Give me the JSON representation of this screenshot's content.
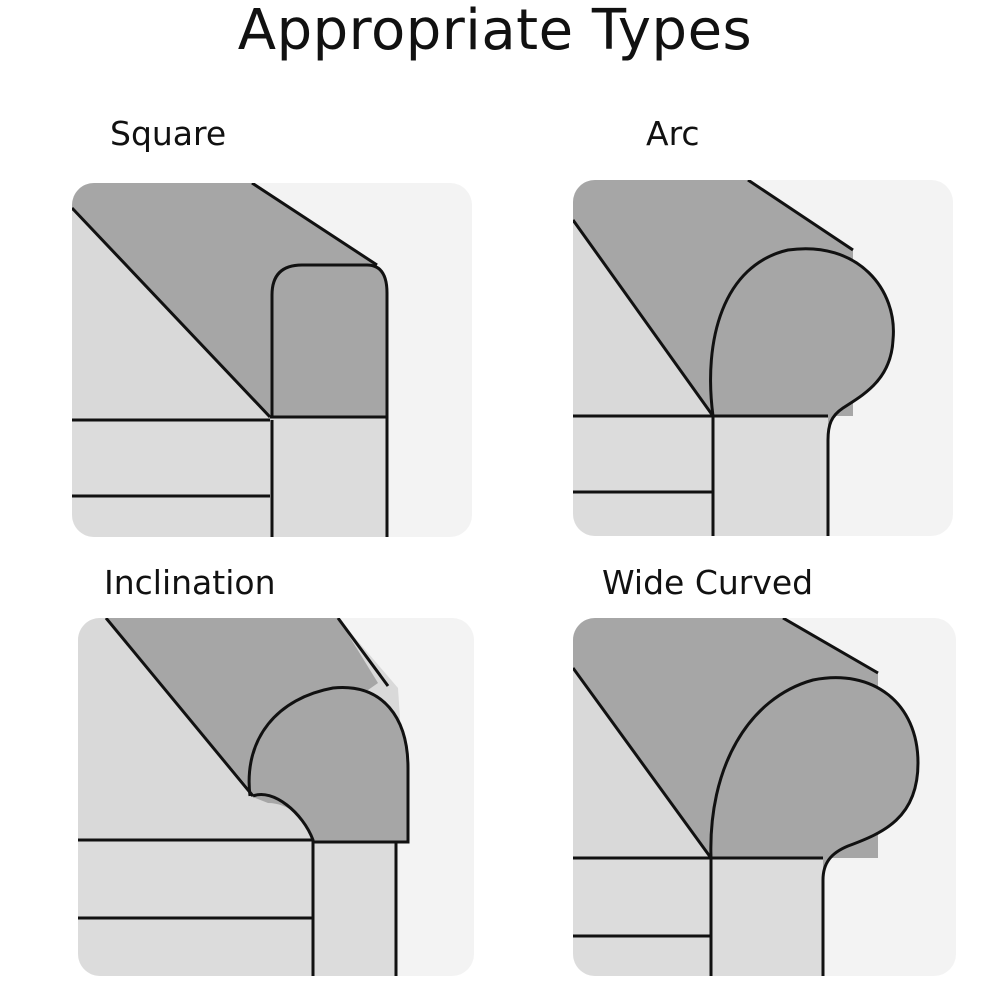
{
  "title": "Appropriate Types",
  "types": [
    {
      "label": "Square",
      "illustration": "square-armrest-icon"
    },
    {
      "label": "Arc",
      "illustration": "arc-armrest-icon"
    },
    {
      "label": "Inclination",
      "illustration": "inclination-armrest-icon"
    },
    {
      "label": "Wide Curved",
      "illustration": "wide-curved-armrest-icon"
    }
  ],
  "colors": {
    "background": "#ffffff",
    "panel": "#f3f3f3",
    "sofa_light": "#d9d9d9",
    "armrest_dark": "#a6a6a6",
    "outline": "#111111"
  }
}
